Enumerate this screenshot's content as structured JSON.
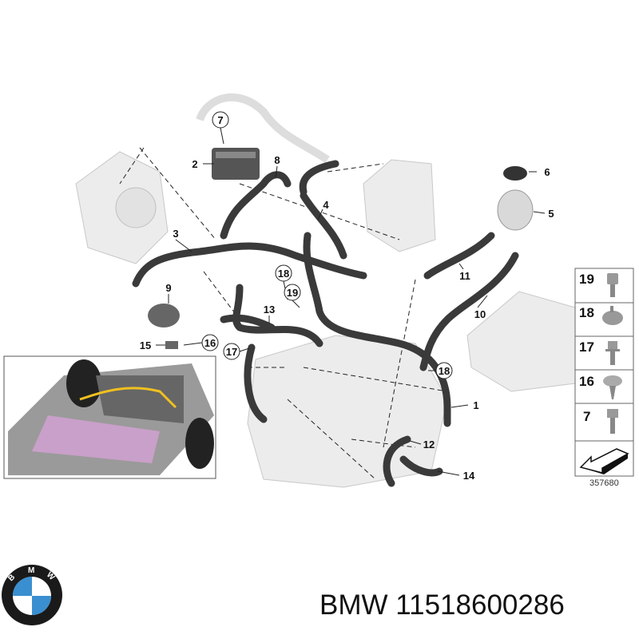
{
  "callouts": [
    "7",
    "2",
    "8",
    "6",
    "5",
    "4",
    "3",
    "11",
    "18",
    "19",
    "9",
    "13",
    "10",
    "15",
    "16",
    "17",
    "18",
    "1",
    "12",
    "14"
  ],
  "legend": [
    "19",
    "18",
    "17",
    "16",
    "7"
  ],
  "diagram_number": "357680",
  "brand_logo": {
    "letters": "BMW",
    "colors": {
      "blue": "#3a8fd0",
      "ring": "#111111"
    }
  },
  "part_number": "BMW 11518600286"
}
